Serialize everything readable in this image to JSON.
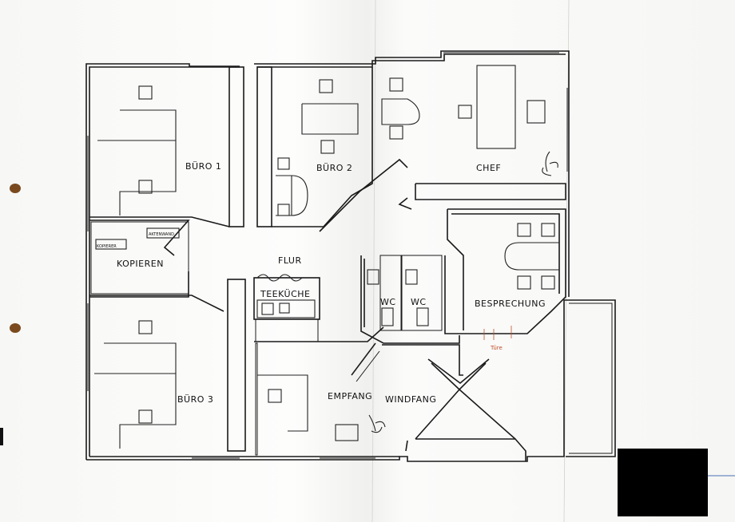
{
  "rooms": {
    "buero1": "BÜRO 1",
    "buero2": "BÜRO 2",
    "chef": "CHEF",
    "kopieren": "KOPIEREN",
    "flur": "FLUR",
    "teekueche": "TEEKÜCHE",
    "wc1": "WC",
    "wc2": "WC",
    "besprechung": "BESPRECHUNG",
    "buero3": "BÜRO 3",
    "empfang": "EMPFANG",
    "windfang": "WINDFANG"
  },
  "labels": {
    "kopierer": "KOPIERER",
    "aktenwand": "AKTENWAND",
    "tuere_note": "Türe"
  },
  "colors": {
    "ink": "#1a1a1a",
    "paper": "#fbfbfa",
    "note": "#c0502a",
    "redaction": "#000000",
    "punch_hole": "#7a4a1e"
  }
}
